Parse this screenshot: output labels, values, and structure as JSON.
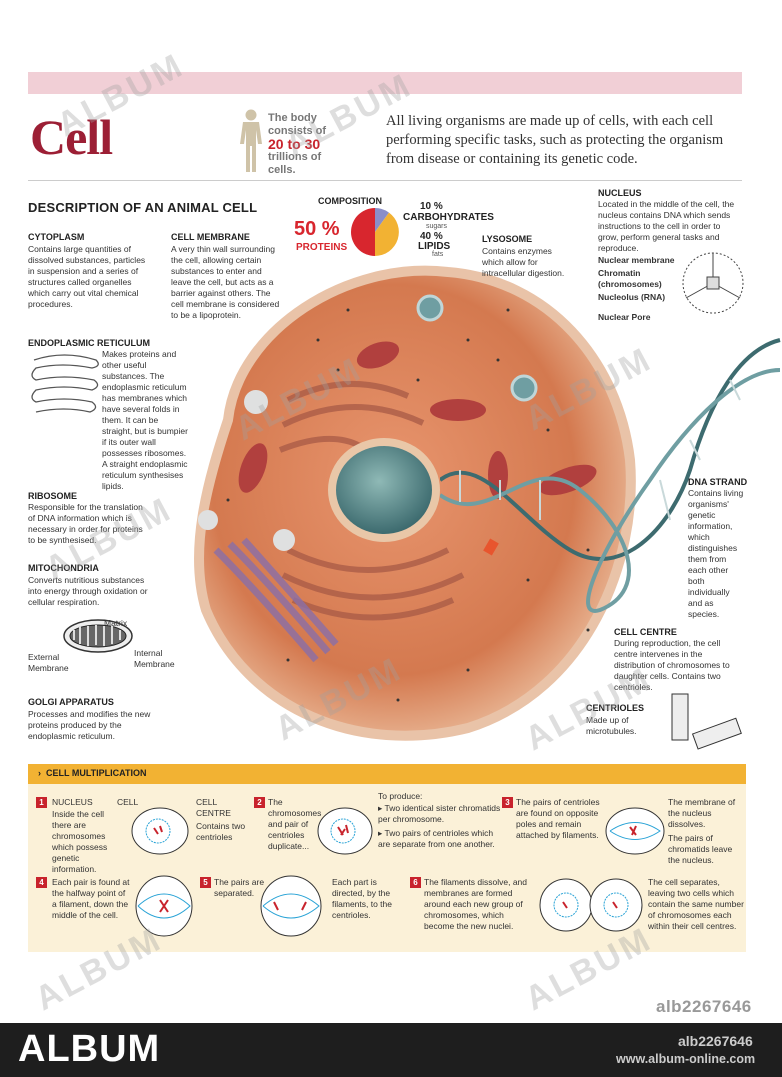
{
  "title": "Cell",
  "body_note": {
    "line1": "The body consists of",
    "highlight": "20 to 30",
    "line2": "trillions of cells."
  },
  "intro": "All living organisms are made up of cells, with each cell performing specific tasks, such as protecting the organism from disease or containing its genetic code.",
  "section_title": "DESCRIPTION OF AN ANIMAL CELL",
  "composition": {
    "label": "COMPOSITION",
    "proteins_pct": "50 %",
    "proteins_label": "PROTEINS",
    "carbs_pct": "10 %",
    "carbs_label": "CARBOHYDRATES",
    "carbs_sub": "sugars",
    "lipids_pct": "40 %",
    "lipids_label": "LIPIDS",
    "lipids_sub": "fats",
    "colors": {
      "proteins": "#d8262e",
      "carbs": "#8a8ec8",
      "lipids": "#f2b233"
    }
  },
  "cytoplasm": {
    "label": "CYTOPLASM",
    "text": "Contains large quantities of dissolved substances, particles in suspension and a series of structures called organelles which carry out vital chemical procedures."
  },
  "membrane": {
    "label": "CELL MEMBRANE",
    "text": "A very thin wall surrounding the cell, allowing certain substances to enter and leave the cell, but acts as a barrier against others. The cell membrane is considered to be a lipoprotein."
  },
  "er": {
    "label": "ENDOPLASMIC RETICULUM",
    "text": "Makes proteins and other useful substances. The endoplasmic reticulum has membranes which have several folds in them. It can be straight, but is bumpier if its outer wall possesses ribosomes. A straight endoplasmic reticulum synthesises lipids."
  },
  "ribosome": {
    "label": "RIBOSOME",
    "text": "Responsible for the translation of DNA information which is necessary in order for proteins to be synthesised."
  },
  "mito": {
    "label": "MITOCHONDRIA",
    "text": "Converts nutritious substances into energy through oxidation or cellular respiration.",
    "matrix": "Matrix",
    "external": "External Membrane",
    "internal": "Internal Membrane"
  },
  "golgi": {
    "label": "GOLGI APPARATUS",
    "text": "Processes and modifies the new proteins produced by the endoplasmic reticulum."
  },
  "lysosome": {
    "label": "LYSOSOME",
    "text": "Contains enzymes which allow for intracellular digestion."
  },
  "nucleus": {
    "label": "NUCLEUS",
    "text": "Located in the middle of the cell, the nucleus contains DNA which sends instructions to the cell in order to grow, perform general tasks and reproduce.",
    "parts": [
      "Nuclear membrane",
      "Chromatin (chromosomes)",
      "Nucleolus (RNA)",
      "Nuclear Pore"
    ]
  },
  "dna": {
    "label": "DNA STRAND",
    "text": "Contains living organisms' genetic information, which distinguishes them from each other both individually and as species."
  },
  "centre": {
    "label": "CELL CENTRE",
    "text": "During reproduction, the cell centre intervenes in the distribution of chromosomes to daughter cells. Contains two centrioles."
  },
  "centrioles": {
    "label": "CENTRIOLES",
    "text": "Made up of microtubules."
  },
  "multiplication": {
    "title": "CELL MULTIPLICATION",
    "s1": {
      "n": "1",
      "nucleus": "NUCLEUS",
      "cell": "CELL",
      "centre": "CELL CENTRE",
      "text": "Inside the cell there are chromosomes which possess genetic information.",
      "centre_text": "Contains two centrioles"
    },
    "s2": {
      "n": "2",
      "text": "The chromosomes and pair of centrioles duplicate...",
      "produce": "To produce:",
      "b1": "Two identical sister chromatids per chromosome.",
      "b2": "Two pairs of centrioles which are separate from one another."
    },
    "s3": {
      "n": "3",
      "text": "The pairs of centrioles are found on opposite poles and remain attached by filaments.",
      "r1": "The membrane of the nucleus dissolves.",
      "r2": "The pairs of chromatids leave the nucleus."
    },
    "s4": {
      "n": "4",
      "text": "Each pair is found at the halfway point of a filament, down the middle of the cell."
    },
    "s5": {
      "n": "5",
      "text": "The pairs are separated.",
      "text2": "Each part is directed, by the filaments, to the centrioles."
    },
    "s6": {
      "n": "6",
      "text": "The filaments dissolve, and membranes are formed around each new group of chromosomes, which become the new nuclei.",
      "text2": "The cell separates, leaving two cells which contain the same number of chromosomes each within their cell centres."
    }
  },
  "watermark": "ALBUM",
  "image_id": "alb2267646",
  "footer": {
    "logo": "ALBUM",
    "id": "alb2267646",
    "url": "www.album-online.com"
  }
}
